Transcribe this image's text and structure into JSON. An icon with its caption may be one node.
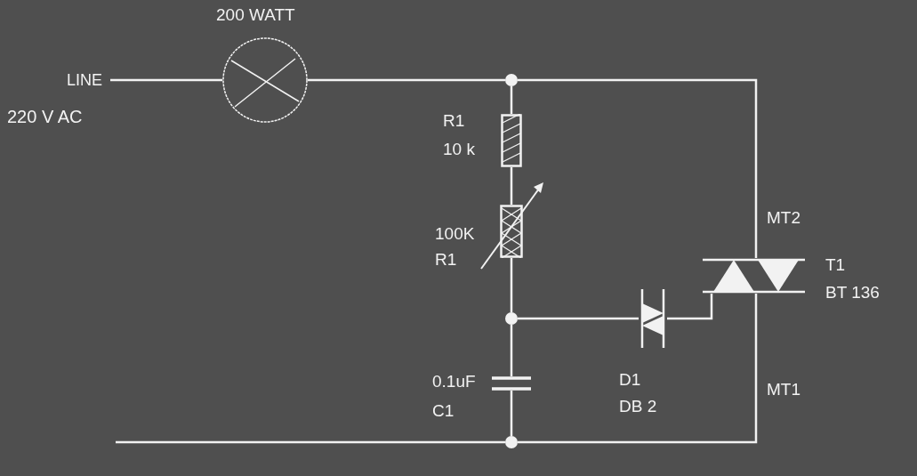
{
  "diagram": {
    "nodes": [
      {
        "text": [
          "LINE"
        ]
      },
      {
        "text": [],
        "shape": "lamp",
        "beside": [
          "200 WATT"
        ]
      },
      {
        "text": [],
        "shape": "dot"
      },
      {
        "text": [],
        "shape": "resistor",
        "beside": [
          "R1",
          "10 k"
        ]
      },
      {
        "text": [],
        "shape": "potentiometer",
        "beside": [
          "100K",
          "R1"
        ]
      },
      {
        "text": [],
        "shape": "dot"
      },
      {
        "text": [],
        "shape": "capacitor",
        "beside": [
          "0.1uF",
          "C1"
        ]
      },
      {
        "text": [],
        "shape": "dot"
      },
      {
        "text": [],
        "shape": "diac",
        "beside": [
          "D1",
          "DB 2"
        ]
      },
      {
        "text": [],
        "shape": "triac",
        "beside": [
          "MT2",
          "T1",
          "BT 136"
        ]
      }
    ],
    "edges": [
      {
        "from": 0,
        "to": 1,
        "arrow": "none"
      },
      {
        "from": 1,
        "to": 2,
        "arrow": "none"
      },
      {
        "from": 2,
        "to": 3,
        "arrow": "none"
      },
      {
        "from": 3,
        "to": 4,
        "arrow": "none"
      },
      {
        "from": 4,
        "to": 5,
        "arrow": "none"
      },
      {
        "from": 5,
        "to": 6,
        "arrow": "none"
      },
      {
        "from": 6,
        "to": 7,
        "arrow": "none"
      },
      {
        "from": 5,
        "to": 8,
        "arrow": "none"
      },
      {
        "from": 8,
        "to": 9,
        "arrow": "none"
      },
      {
        "from": 2,
        "to": 9,
        "arrow": "none"
      },
      {
        "from": 9,
        "to": 7,
        "arrow": "none"
      },
      {
        "from": null,
        "to": 7,
        "arrow": "none"
      }
    ],
    "labels": [
      "220 V AC",
      "MT1"
    ]
  }
}
